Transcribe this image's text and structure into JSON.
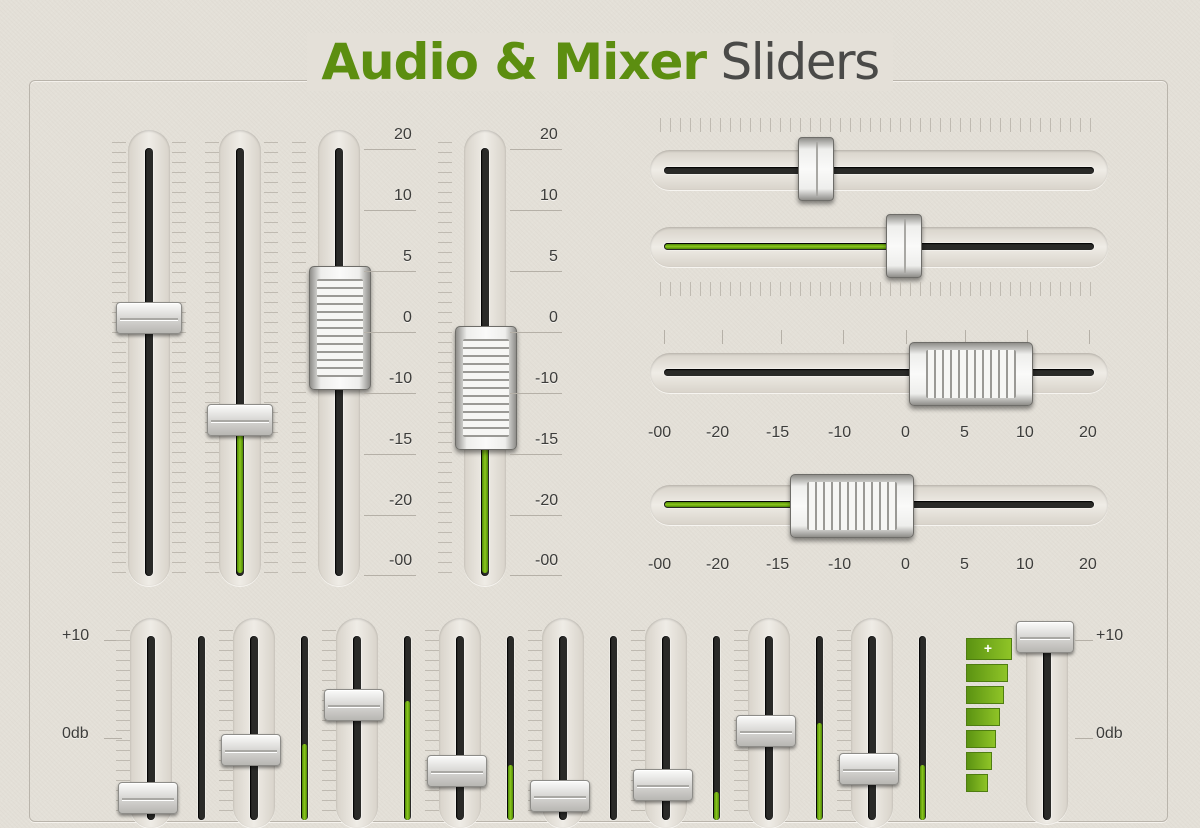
{
  "title": {
    "accent": "Audio & Mixer",
    "plain": "Sliders"
  },
  "vertical_scale": [
    "20",
    "10",
    "5",
    "0",
    "-10",
    "-15",
    "-20",
    "-00"
  ],
  "horizontal_scale": [
    "-00",
    "-20",
    "-15",
    "-10",
    "0",
    "5",
    "10",
    "20"
  ],
  "mixer_scale": {
    "top": "+10",
    "mid": "0db"
  },
  "meter_plus": "+",
  "colors": {
    "accent_green": "#5c8e10",
    "fill_green": "#8cc71e",
    "groove": "#2a2a28",
    "background": "#e4e0d8"
  },
  "top_vertical_sliders": [
    {
      "name": "v-slider-1",
      "level": 0.62,
      "filled": false
    },
    {
      "name": "v-slider-2",
      "level": 0.37,
      "filled": true
    },
    {
      "name": "v-slider-3",
      "level": 0.7,
      "filled": false
    },
    {
      "name": "v-slider-4",
      "level": 0.47,
      "filled": true
    }
  ],
  "horizontal_sliders": [
    {
      "name": "h-slider-1",
      "level": 0.36,
      "filled": false
    },
    {
      "name": "h-slider-2",
      "level": 0.56,
      "filled": true
    },
    {
      "name": "h-slider-3",
      "level": 0.83,
      "filled": false
    },
    {
      "name": "h-slider-4",
      "level": 0.51,
      "filled": true
    }
  ],
  "mixer_channels": [
    {
      "name": "mixer-channel-1",
      "level": 0.05,
      "meter": 0.0
    },
    {
      "name": "mixer-channel-2",
      "level": 0.35,
      "meter": 0.35
    },
    {
      "name": "mixer-channel-3",
      "level": 0.63,
      "meter": 0.62
    },
    {
      "name": "mixer-channel-4",
      "level": 0.22,
      "meter": 0.22
    },
    {
      "name": "mixer-channel-5",
      "level": 0.06,
      "meter": 0.0
    },
    {
      "name": "mixer-channel-6",
      "level": 0.13,
      "meter": 0.05
    },
    {
      "name": "mixer-channel-7",
      "level": 0.47,
      "meter": 0.48
    },
    {
      "name": "mixer-channel-8",
      "level": 0.23,
      "meter": 0.22
    }
  ],
  "master": {
    "name": "master-fader",
    "level": 0.97
  }
}
